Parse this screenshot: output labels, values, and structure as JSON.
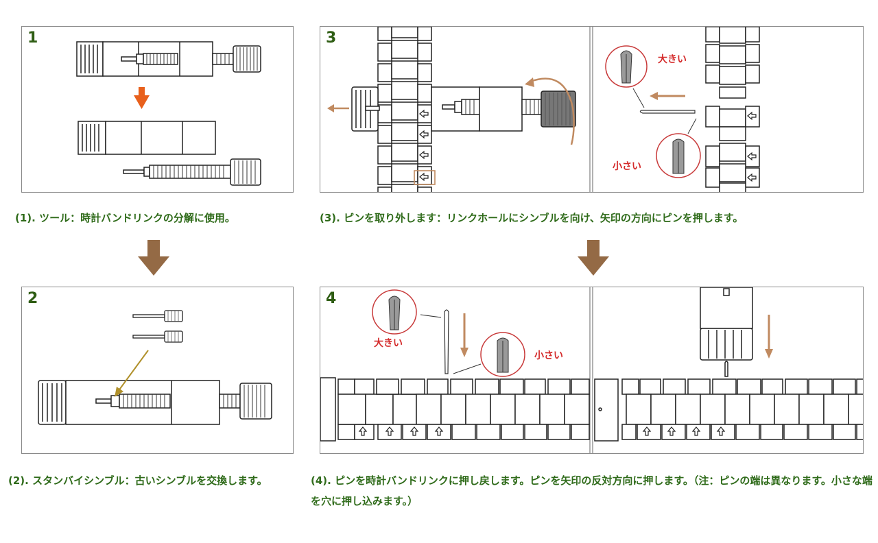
{
  "steps": [
    {
      "number": "1",
      "caption": "(1). ツール：時計バンドリンクの分解に使用。"
    },
    {
      "number": "2",
      "caption": "(2). スタンバイシンブル：古いシンブルを交換します。"
    },
    {
      "number": "3",
      "caption": "(3). ピンを取り外します：リンクホールにシンブルを向け、矢印の方向にピンを押します。"
    },
    {
      "number": "4",
      "caption": "(4). ピンを時計バンドリンクに押し戻します。ピンを矢印の反対方向に押します。（注：ピンの端は異なります。小さな端を穴に押し込みます。）"
    }
  ],
  "labels": {
    "large": "大きい",
    "small": "小さい"
  },
  "colors": {
    "caption": "#2f6b1a",
    "step_number": "#2f5d14",
    "label_red": "#d42a2a",
    "arrow_brown": "#946a45",
    "arrow_orange": "#e8601c",
    "arrow_light_brown": "#c08a60",
    "arrow_olive": "#b0902a"
  }
}
